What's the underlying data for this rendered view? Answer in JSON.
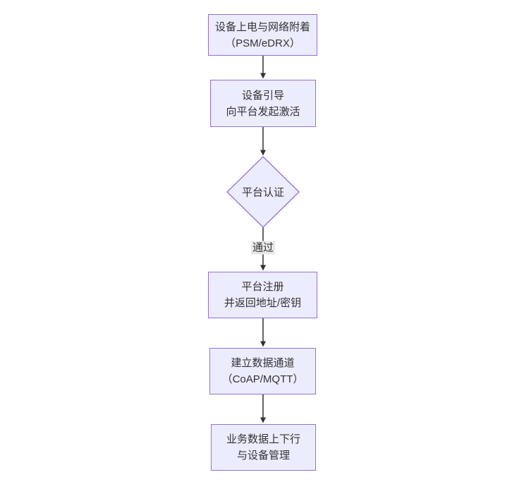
{
  "flowchart": {
    "nodes": {
      "power_attach": {
        "line1": "设备上电与网络附着",
        "line2": "（PSM/eDRX）"
      },
      "bootstrap": {
        "line1": "设备引导",
        "line2": "向平台发起激活"
      },
      "auth": {
        "label": "平台认证"
      },
      "register": {
        "line1": "平台注册",
        "line2": "并返回地址/密钥"
      },
      "channel": {
        "line1": "建立数据通道",
        "line2": "（CoAP/MQTT）"
      },
      "business": {
        "line1": "业务数据上下行",
        "line2": "与设备管理"
      }
    },
    "edges": {
      "auth_to_register_label": "通过"
    },
    "colors": {
      "node_fill": "#ECECFF",
      "node_border": "#9370DB",
      "text": "#333333",
      "arrow": "#333333",
      "edge_label_bg": "#e8e8e8",
      "background": "#ffffff"
    }
  }
}
